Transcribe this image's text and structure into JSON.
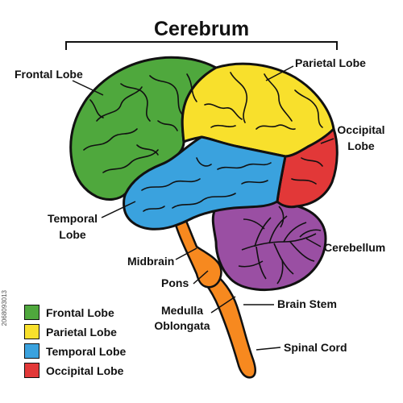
{
  "title": "Cerebrum",
  "colors": {
    "frontal": "#4fa83d",
    "parietal": "#f8e02c",
    "temporal": "#3aa2de",
    "occipital": "#e23838",
    "cerebellum": "#9a4fa3",
    "brainstem": "#f7891f",
    "outline": "#111111"
  },
  "labels": {
    "frontal": "Frontal Lobe",
    "parietal": "Parietal Lobe",
    "occipital_line1": "Occipital",
    "occipital_line2": "Lobe",
    "temporal_line1": "Temporal",
    "temporal_line2": "Lobe",
    "midbrain": "Midbrain",
    "cerebellum": "Cerebellum",
    "pons": "Pons",
    "medulla_line1": "Medulla",
    "medulla_line2": "Oblongata",
    "brain_stem": "Brain Stem",
    "spinal_cord": "Spinal Cord"
  },
  "legend": [
    {
      "label": "Frontal Lobe",
      "color": "#4fa83d"
    },
    {
      "label": "Parietal Lobe",
      "color": "#f8e02c"
    },
    {
      "label": "Temporal Lobe",
      "color": "#3aa2de"
    },
    {
      "label": "Occipital Lobe",
      "color": "#e23838"
    }
  ],
  "stock_id": "2068093013"
}
